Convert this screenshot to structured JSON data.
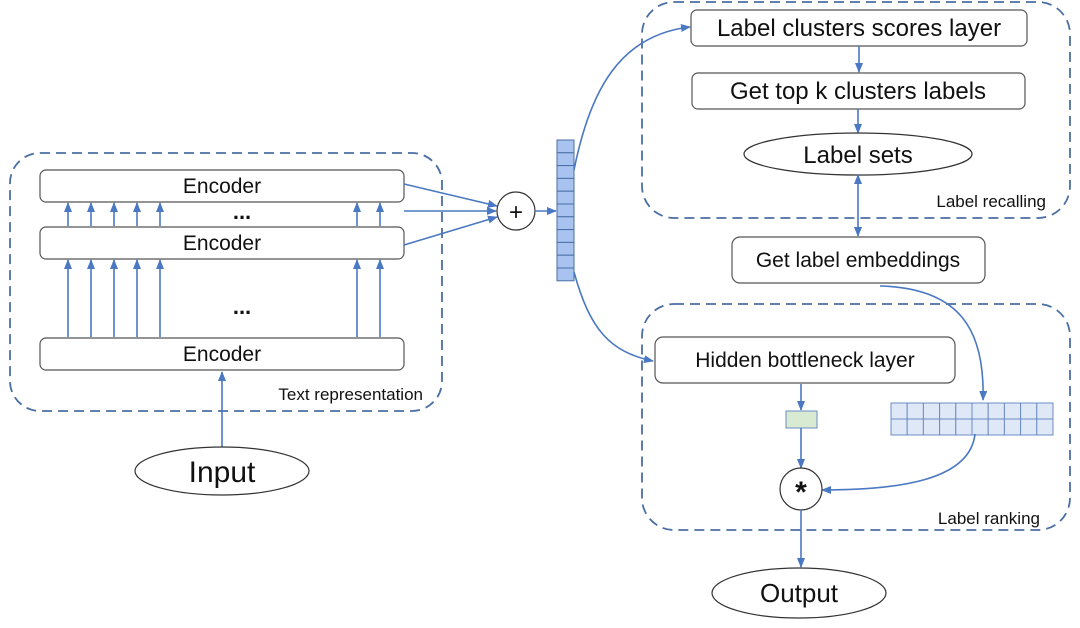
{
  "groups": {
    "text_representation": "Text representation",
    "label_recalling": "Label recalling",
    "label_ranking": "Label ranking"
  },
  "nodes": {
    "encoder_top": "Encoder",
    "encoder_mid": "Encoder",
    "encoder_bottom": "Encoder",
    "input": "Input",
    "output": "Output",
    "label_clusters_scores_layer": "Label clusters scores layer",
    "get_top_k_clusters_labels": "Get top k clusters labels",
    "label_sets": "Label sets",
    "get_label_embeddings": "Get label embeddings",
    "hidden_bottleneck_layer": "Hidden bottleneck layer"
  },
  "ellipsis": {
    "between_encoders": "...",
    "stack": "..."
  },
  "operators": {
    "sum": "+",
    "product": "*"
  },
  "colors": {
    "dashed_border": "#4a6fa5",
    "arrow": "#4a78c2",
    "vector_blue": "#a9c3f0",
    "vector_green": "#d9ead3",
    "matrix": "#dfe8f7"
  }
}
